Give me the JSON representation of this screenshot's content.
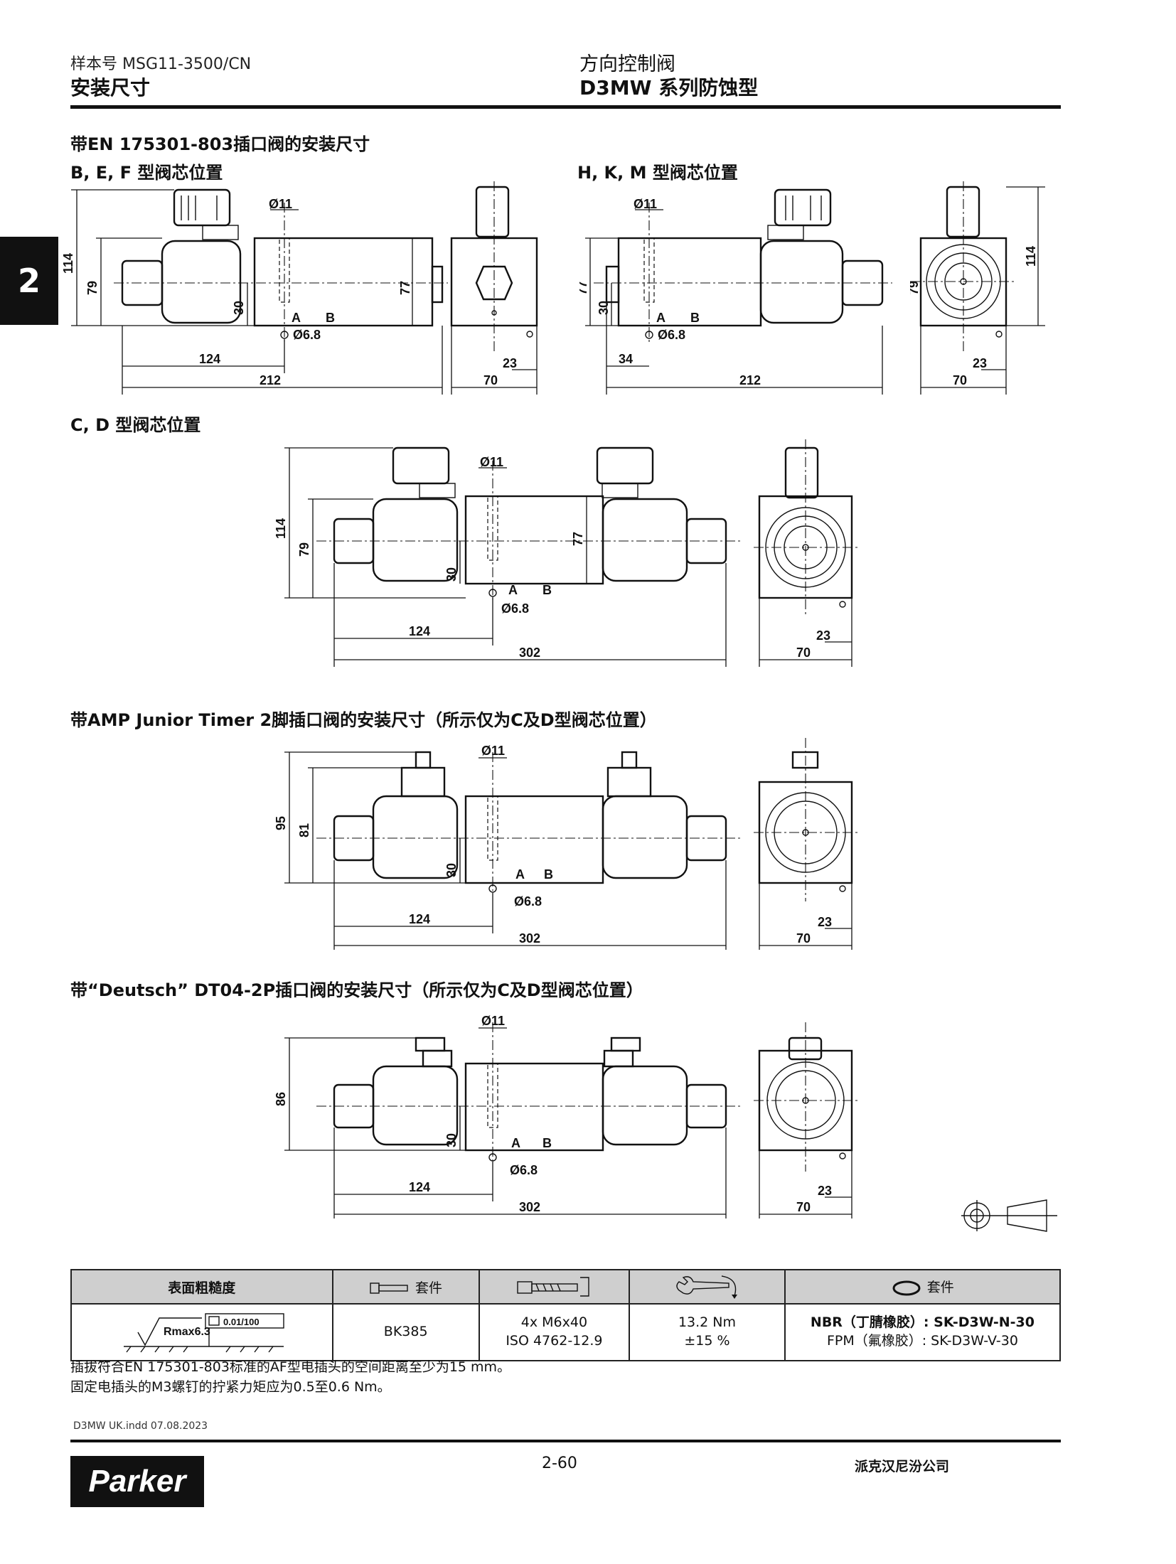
{
  "header": {
    "catalog": "样本号 MSG11-3500/CN",
    "section": "安装尺寸",
    "category": "方向控制阀",
    "product": "D3MW 系列防蚀型"
  },
  "tab": "2",
  "sections": {
    "en_title": "带EN 175301-803插口阀的安装尺寸",
    "bef_title": "B, E, F 型阀芯位置",
    "hkm_title": "H, K, M 型阀芯位置",
    "cd_title": "C, D 型阀芯位置",
    "amp_title": "带AMP Junior Timer 2脚插口阀的安装尺寸（所示仅为C及D型阀芯位置）",
    "deutsch_title": "带“Deutsch” DT04-2P插口阀的安装尺寸（所示仅为C及D型阀芯位置）"
  },
  "dims": {
    "d11": "Ø11",
    "d68": "Ø6.8",
    "port_a": "A",
    "port_b": "B",
    "h114": "114",
    "h79": "79",
    "h77": "77",
    "h30": "30",
    "h95": "95",
    "h81": "81",
    "h86": "86",
    "w124": "124",
    "w212": "212",
    "w302": "302",
    "w23": "23",
    "w70": "70",
    "w34": "34"
  },
  "table": {
    "headers": [
      "表面粗糙度",
      "套件",
      "",
      "",
      "套件"
    ],
    "roughness_ra": "Rmax6.3",
    "flatness": "0.01/100",
    "kit": "BK385",
    "bolts_line1": "4x M6x40",
    "bolts_line2": "ISO 4762-12.9",
    "torque_line1": "13.2 Nm",
    "torque_line2": "±15 %",
    "seal_line1": "NBR（丁腈橡胶）: SK-D3W-N-30",
    "seal_line2": "FPM（氟橡胶）: SK-D3W-V-30"
  },
  "notes": {
    "note1": "插拔符合EN 175301-803标准的AF型电插头的空间距离至少为15 mm。",
    "note2": "固定电插头的M3螺钉的拧紧力矩应为0.5至0.6 Nm。"
  },
  "footer": {
    "file": "D3MW UK.indd 07.08.2023",
    "page": "2-60",
    "company": "派克汉尼汾公司",
    "logo": "Parker"
  }
}
